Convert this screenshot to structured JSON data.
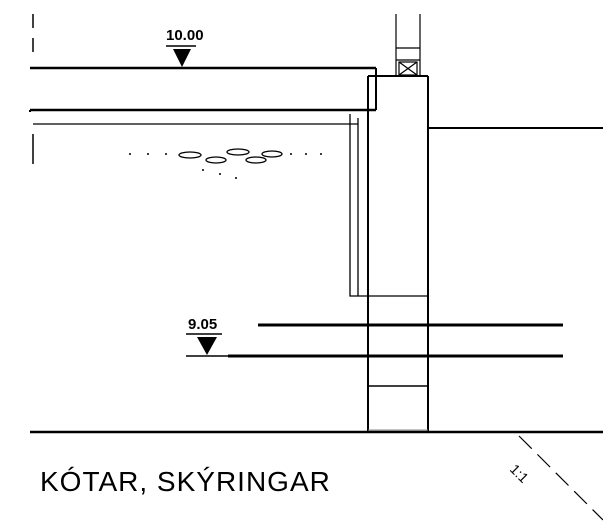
{
  "drawing": {
    "levels": {
      "top": "10.00",
      "lower": "9.05"
    },
    "title": "KÓTAR, SKÝRINGAR",
    "scale_label": "1:1"
  }
}
